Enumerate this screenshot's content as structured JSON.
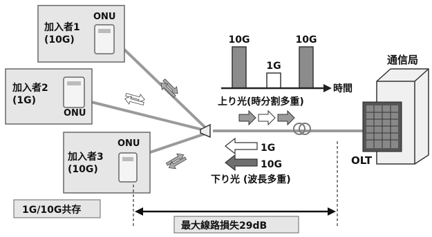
{
  "subscribers": [
    {
      "name": "加入者1",
      "rate": "(10G)",
      "onu_label": "ONU"
    },
    {
      "name": "加入者2",
      "rate": "(1G)",
      "onu_label": "ONU"
    },
    {
      "name": "加入者3",
      "rate": "(10G)",
      "onu_label": "ONU"
    }
  ],
  "upstream": {
    "bars": [
      {
        "label": "10G",
        "value": 10
      },
      {
        "label": "1G",
        "value": 1
      },
      {
        "label": "10G",
        "value": 10
      }
    ],
    "time_label": "時間",
    "caption": "上り光(時分割多重)"
  },
  "downstream": {
    "arrow_1g_label": "1G",
    "arrow_10g_label": "10G",
    "caption": "下り光 (波長多重)"
  },
  "central_office": {
    "title": "通信局",
    "olt_label": "OLT"
  },
  "coexistence_label": "1G/10G共存",
  "max_loss_label": "最大線路損失29dB",
  "colors": {
    "box_fill": "#e6e6e6",
    "fiber": "#9a9a9a",
    "bar_fill": "#8c8c8c",
    "dark_arrow": "#6f6f6f"
  }
}
